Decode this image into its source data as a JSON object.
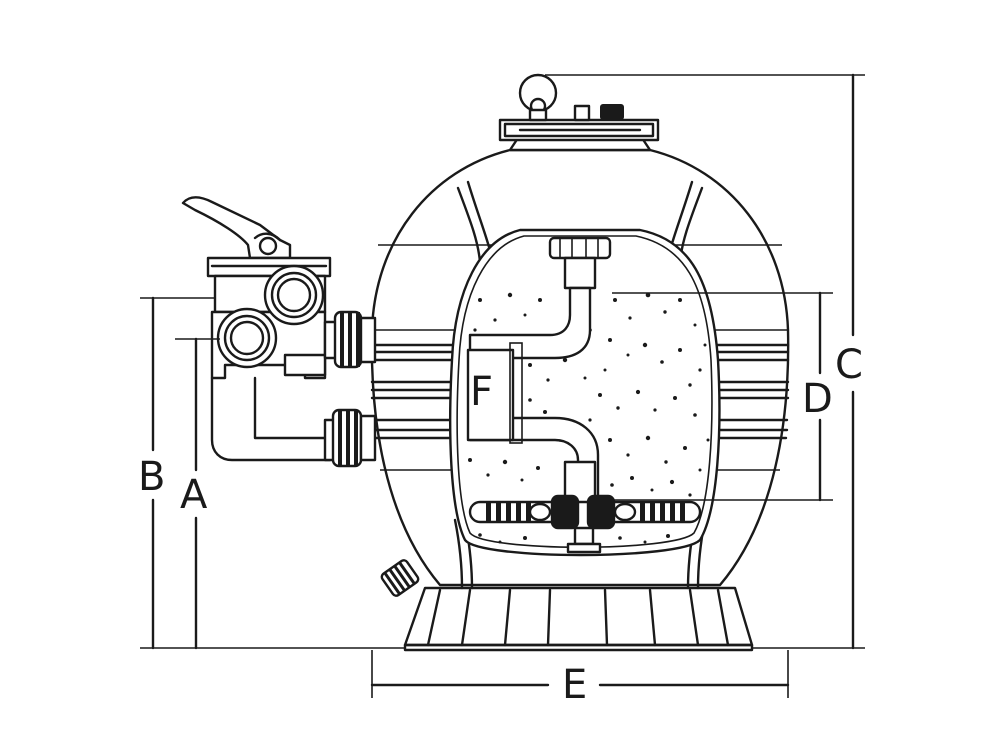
{
  "diagram": {
    "dimension_labels": {
      "a": "A",
      "b": "B",
      "c": "C",
      "d": "D",
      "e": "E",
      "f": "F"
    },
    "colors": {
      "line": "#1a1a1a",
      "background": "#ffffff"
    }
  }
}
